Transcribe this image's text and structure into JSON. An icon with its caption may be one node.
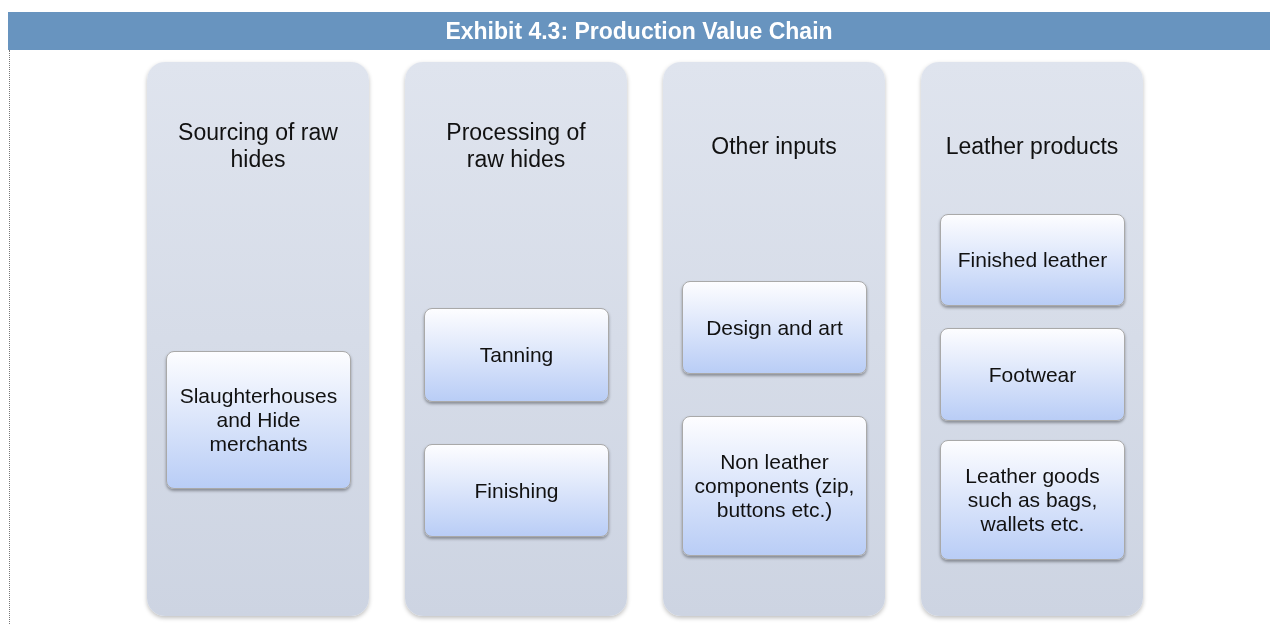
{
  "diagram": {
    "title": "Exhibit 4.3: Production Value Chain",
    "nodes": [
      {
        "text": [
          "Sourcing of raw hides"
        ]
      },
      {
        "text": [
          "Slaughterhouses and Hide merchants"
        ],
        "in": 0
      },
      {
        "text": [
          "Processing of raw hides"
        ]
      },
      {
        "text": [
          "Tanning"
        ],
        "in": 2
      },
      {
        "text": [
          "Finishing"
        ],
        "in": 2
      },
      {
        "text": [
          "Other inputs"
        ]
      },
      {
        "text": [
          "Design and art"
        ],
        "in": 5
      },
      {
        "text": [
          "Non leather components (zip, buttons etc.)"
        ],
        "in": 5
      },
      {
        "text": [
          "Leather products"
        ]
      },
      {
        "text": [
          "Finished leather"
        ],
        "in": 8
      },
      {
        "text": [
          "Footwear"
        ],
        "in": 8
      },
      {
        "text": [
          "Leather goods such as bags, wallets etc."
        ],
        "in": 8
      }
    ]
  }
}
